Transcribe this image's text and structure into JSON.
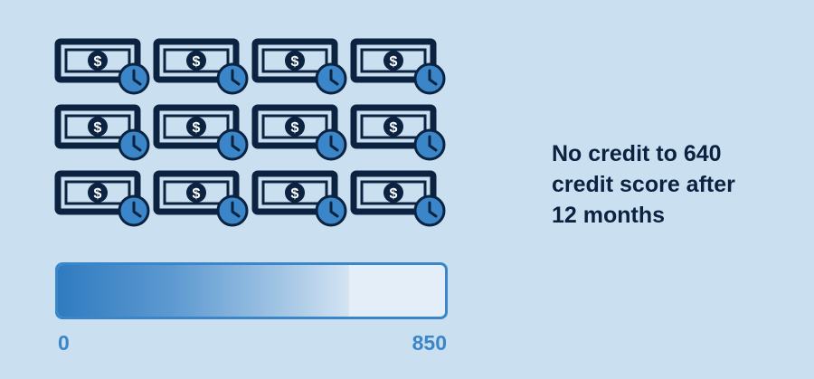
{
  "icons": {
    "name": "money-clock-icon",
    "rows": 3,
    "columns": 4,
    "colors": {
      "bill_stroke": "#0b2340",
      "bill_fill": "#cadff0",
      "clock_fill": "#3a86c8"
    }
  },
  "score_bar": {
    "min_label": "0",
    "max_label": "850",
    "min": 0,
    "max": 850,
    "value": 640,
    "colors": {
      "track": "#e3eef8",
      "border": "#3a86c8",
      "fill_start": "#2f7bc0",
      "fill_end": "#d4e4f3"
    }
  },
  "caption": {
    "lines": [
      "No credit to 640",
      "credit score after",
      "12 months"
    ]
  },
  "colors": {
    "background": "#cadff0",
    "text": "#0b2340",
    "accent": "#3a86c8"
  }
}
